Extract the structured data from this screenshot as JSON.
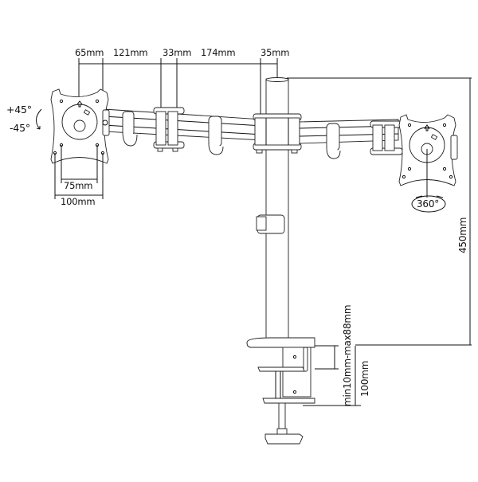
{
  "diagram": {
    "title": "Dual monitor desk mount dimensions",
    "top_dimensions": [
      {
        "label": "65mm"
      },
      {
        "label": "121mm"
      },
      {
        "label": "33mm"
      },
      {
        "label": "174mm"
      },
      {
        "label": "35mm"
      }
    ],
    "vesa": {
      "inner": "75mm",
      "outer": "100mm"
    },
    "tilt": {
      "up": "+45°",
      "down": "-45°"
    },
    "rotation": "360°",
    "pole_height": "450mm",
    "clamp_range": "min10mm-max88mm",
    "clamp_height": "100mm",
    "colors": {
      "line": "#111111",
      "background": "#ffffff"
    }
  }
}
